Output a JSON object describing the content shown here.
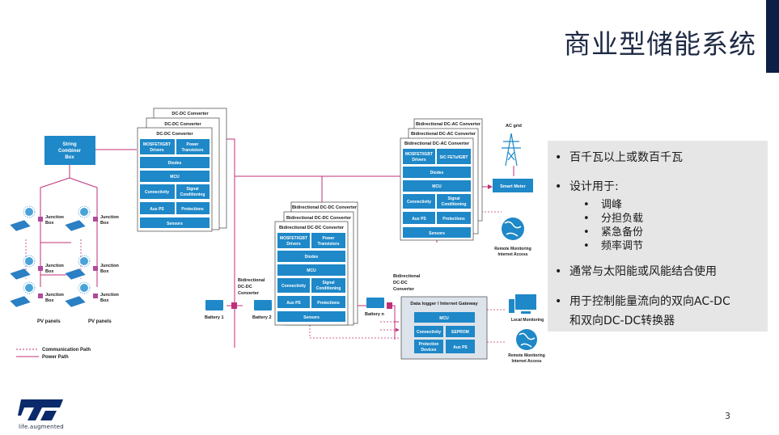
{
  "title": "商业型储能系统",
  "page_number": "3",
  "logo": {
    "tagline": "life.augmented"
  },
  "bullets": {
    "capacity": "百千瓦以上或数百千瓦",
    "designed_for": "设计用于:",
    "uses": [
      "调峰",
      "分担负载",
      "紧急备份",
      "频率调节"
    ],
    "combined": "通常与太阳能或风能结合使用",
    "bidirectional_line1": "用于控制能量流向的双向AC-DC",
    "bidirectional_line2": "和双向DC-DC转换器"
  },
  "diagram": {
    "string_combiner": [
      "String",
      "Combiner",
      "Box"
    ],
    "junction_box": [
      "Junction",
      "Box"
    ],
    "pv_panels": "PV panels",
    "legend": {
      "communication": "Communication Path",
      "power": "Power Path"
    },
    "dcdc": {
      "title": "DC-DC Converter",
      "mosfet": [
        "MOSFET/IGBT",
        "Drivers"
      ],
      "power_transistors": [
        "Power",
        "Transistors"
      ],
      "diodes": "Diodes",
      "mcu": "MCU",
      "connectivity": "Connectivity",
      "signal_conditioning": [
        "Signal",
        "Conditioning"
      ],
      "aux_ps": "Aux PS",
      "protections": "Protections",
      "sensors": "Sensors"
    },
    "bidir_dcdc": {
      "title": "Bidirectional DC-DC Converter"
    },
    "bidir_acdc": {
      "title": "Bidirectional DC-AC Converter",
      "mosfet": [
        "MOSFET/IGBT",
        "Drivers"
      ],
      "sic": "SiC FETs/IGBT"
    },
    "bidir_label": [
      "Bidirectional",
      "DC-DC",
      "Converter"
    ],
    "batteries": [
      "Battery 1",
      "Battery 2",
      "Battery n"
    ],
    "ac_grid": "AC grid",
    "smart_meter": "Smart Meter",
    "remote_monitoring": [
      "Remote Monitoring",
      "Internet Access"
    ],
    "local_monitoring": "Local Monitoring",
    "gateway": {
      "title": "Data logger / Internet Gateway",
      "mcu": "MCU",
      "connectivity": "Connectivity",
      "eeprom": "EEPROM",
      "protection": [
        "Protection",
        "Devices"
      ],
      "aux_ps": "Aux PS"
    }
  },
  "colors": {
    "title_text": "#1f2a44",
    "accent_bar": "#0c1f44",
    "block_blue": "#1e88c8",
    "power_path": "#c0307a",
    "panel_gray": "#e6e6e6",
    "logo_blue": "#0a2a6b"
  }
}
